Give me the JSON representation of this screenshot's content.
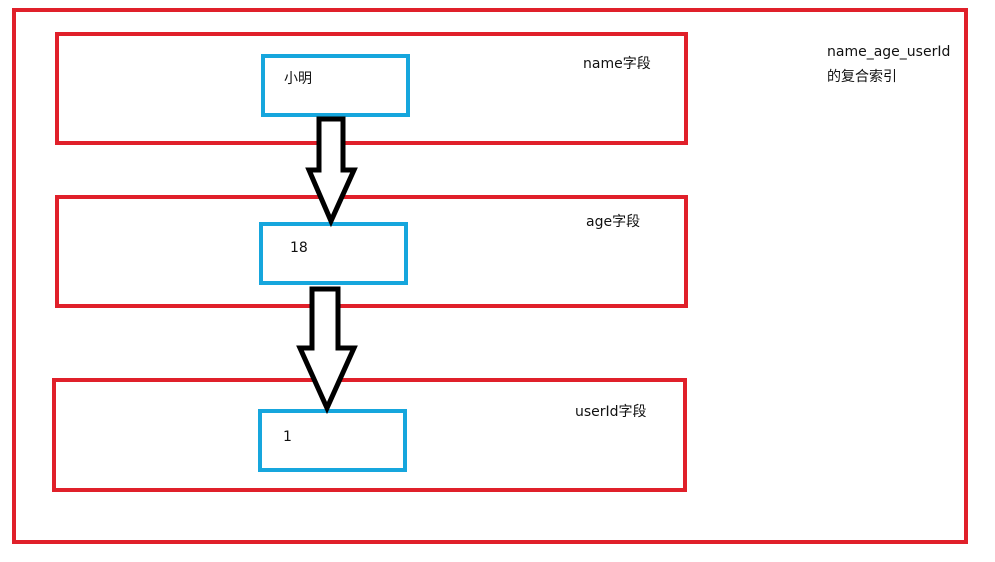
{
  "diagram": {
    "index_label": {
      "line1": "name_age_userId",
      "line2": "的复合索引"
    },
    "fields": [
      {
        "field_label": "name字段",
        "value": "小明"
      },
      {
        "field_label": "age字段",
        "value": "18"
      },
      {
        "field_label": "userId字段",
        "value": "1"
      }
    ],
    "colors": {
      "frame": "#e0202a",
      "value_box": "#16a6dd",
      "arrow": "#000000"
    }
  }
}
